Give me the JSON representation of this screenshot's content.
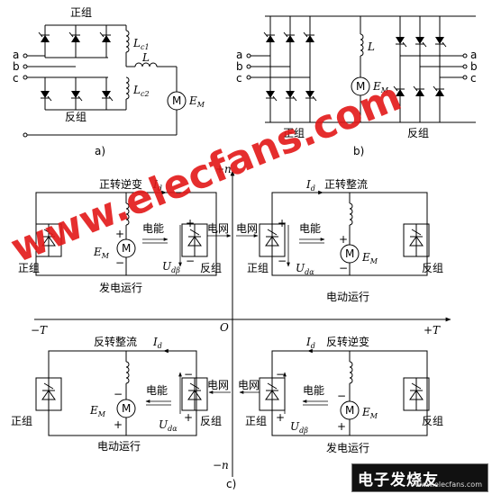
{
  "labels": {
    "pos_group": "正组",
    "neg_group": "反组",
    "phase_a": "a",
    "phase_b": "b",
    "phase_c": "c",
    "ind_L": "L",
    "ind_Lc": "L",
    "sub_c1": "c1",
    "sub_c2": "c2",
    "emf_E": "E",
    "emf_sub": "M",
    "motor": "M",
    "cap_a": "a)",
    "cap_b": "b)",
    "cap_c": "c)",
    "axis_pn": "+n",
    "axis_nn": "−n",
    "axis_pT": "+T",
    "axis_nT": "−T",
    "origin": "O",
    "cur_I": "I",
    "cur_sub": "d",
    "energy": "电能",
    "grid": "电网",
    "plus": "+",
    "minus": "−",
    "volt_U": "U",
    "sub_dalpha": "dα",
    "sub_dbeta": "dβ",
    "q1_title": "正转整流",
    "q1_foot": "电动运行",
    "q2_title": "正转逆变",
    "q2_foot": "发电运行",
    "q3_title": "反转整流",
    "q3_foot": "电动运行",
    "q4_title": "反转逆变",
    "q4_foot": "发电运行"
  },
  "watermark": {
    "text": "www.elecfans.com",
    "color": "#e31818"
  },
  "logo": {
    "main": "电子发烧友",
    "sub": "www.elecfans.com"
  }
}
